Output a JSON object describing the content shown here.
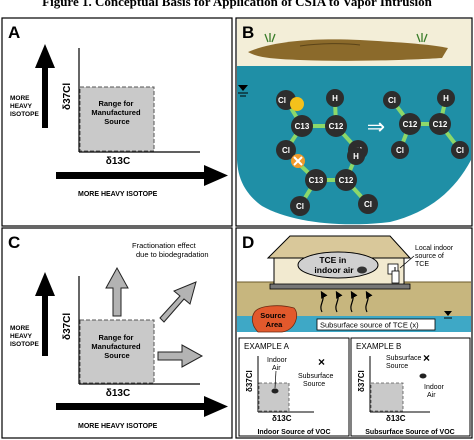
{
  "figure": {
    "title": "Figure 1. Conceptual Basis for Application of CSIA to Vapor Intrusion"
  },
  "panel_a": {
    "letter": "A",
    "y_side_label": [
      "MORE",
      "HEAVY",
      "ISOTOPE"
    ],
    "y_axis_label": "δ37Cl",
    "box_label": [
      "Range for",
      "Manufactured",
      "Source"
    ],
    "x_axis_label": "δ13C",
    "x_side_label": "MORE HEAVY ISOTOPE"
  },
  "panel_b": {
    "letter": "B",
    "atoms": {
      "cl": "Cl",
      "h": "H",
      "c13": "C13",
      "c12": "C12"
    },
    "reaction_arrow": "⇒"
  },
  "panel_c": {
    "letter": "C",
    "note": [
      "Fractionation effect",
      "due to biodegradation"
    ],
    "y_side_label": [
      "MORE",
      "HEAVY",
      "ISOTOPE"
    ],
    "y_axis_label": "δ37Cl",
    "box_label": [
      "Range for",
      "Manufactured",
      "Source"
    ],
    "x_axis_label": "δ13C",
    "x_side_label": "MORE HEAVY ISOTOPE"
  },
  "panel_d": {
    "letter": "D",
    "indoor_label": [
      "TCE in",
      "indoor air"
    ],
    "local_label": [
      "Local indoor",
      "source of",
      "TCE"
    ],
    "source_area": [
      "Source",
      "Area"
    ],
    "subsurface_label": "Subsurface source of TCE (x)",
    "example_a": {
      "title": "EXAMPLE A",
      "subsurface": [
        "Subsurface",
        "Source"
      ],
      "indoor": [
        "Indoor",
        "Air"
      ],
      "y_axis": "δ37Cl",
      "x_axis": "δ13C",
      "caption": "Indoor Source of VOC"
    },
    "example_b": {
      "title": "EXAMPLE B",
      "subsurface": [
        "Subsurface",
        "Source"
      ],
      "indoor": [
        "Indoor",
        "Air"
      ],
      "y_axis": "δ37Cl",
      "x_axis": "δ13C",
      "caption": "Subsurface Source of VOC"
    }
  },
  "colors": {
    "water": "#1f8fa6",
    "soil": "#c7b67e",
    "bond": "#8cd86a",
    "atom": "#2d2d2d",
    "box": "#c9c9c9"
  }
}
